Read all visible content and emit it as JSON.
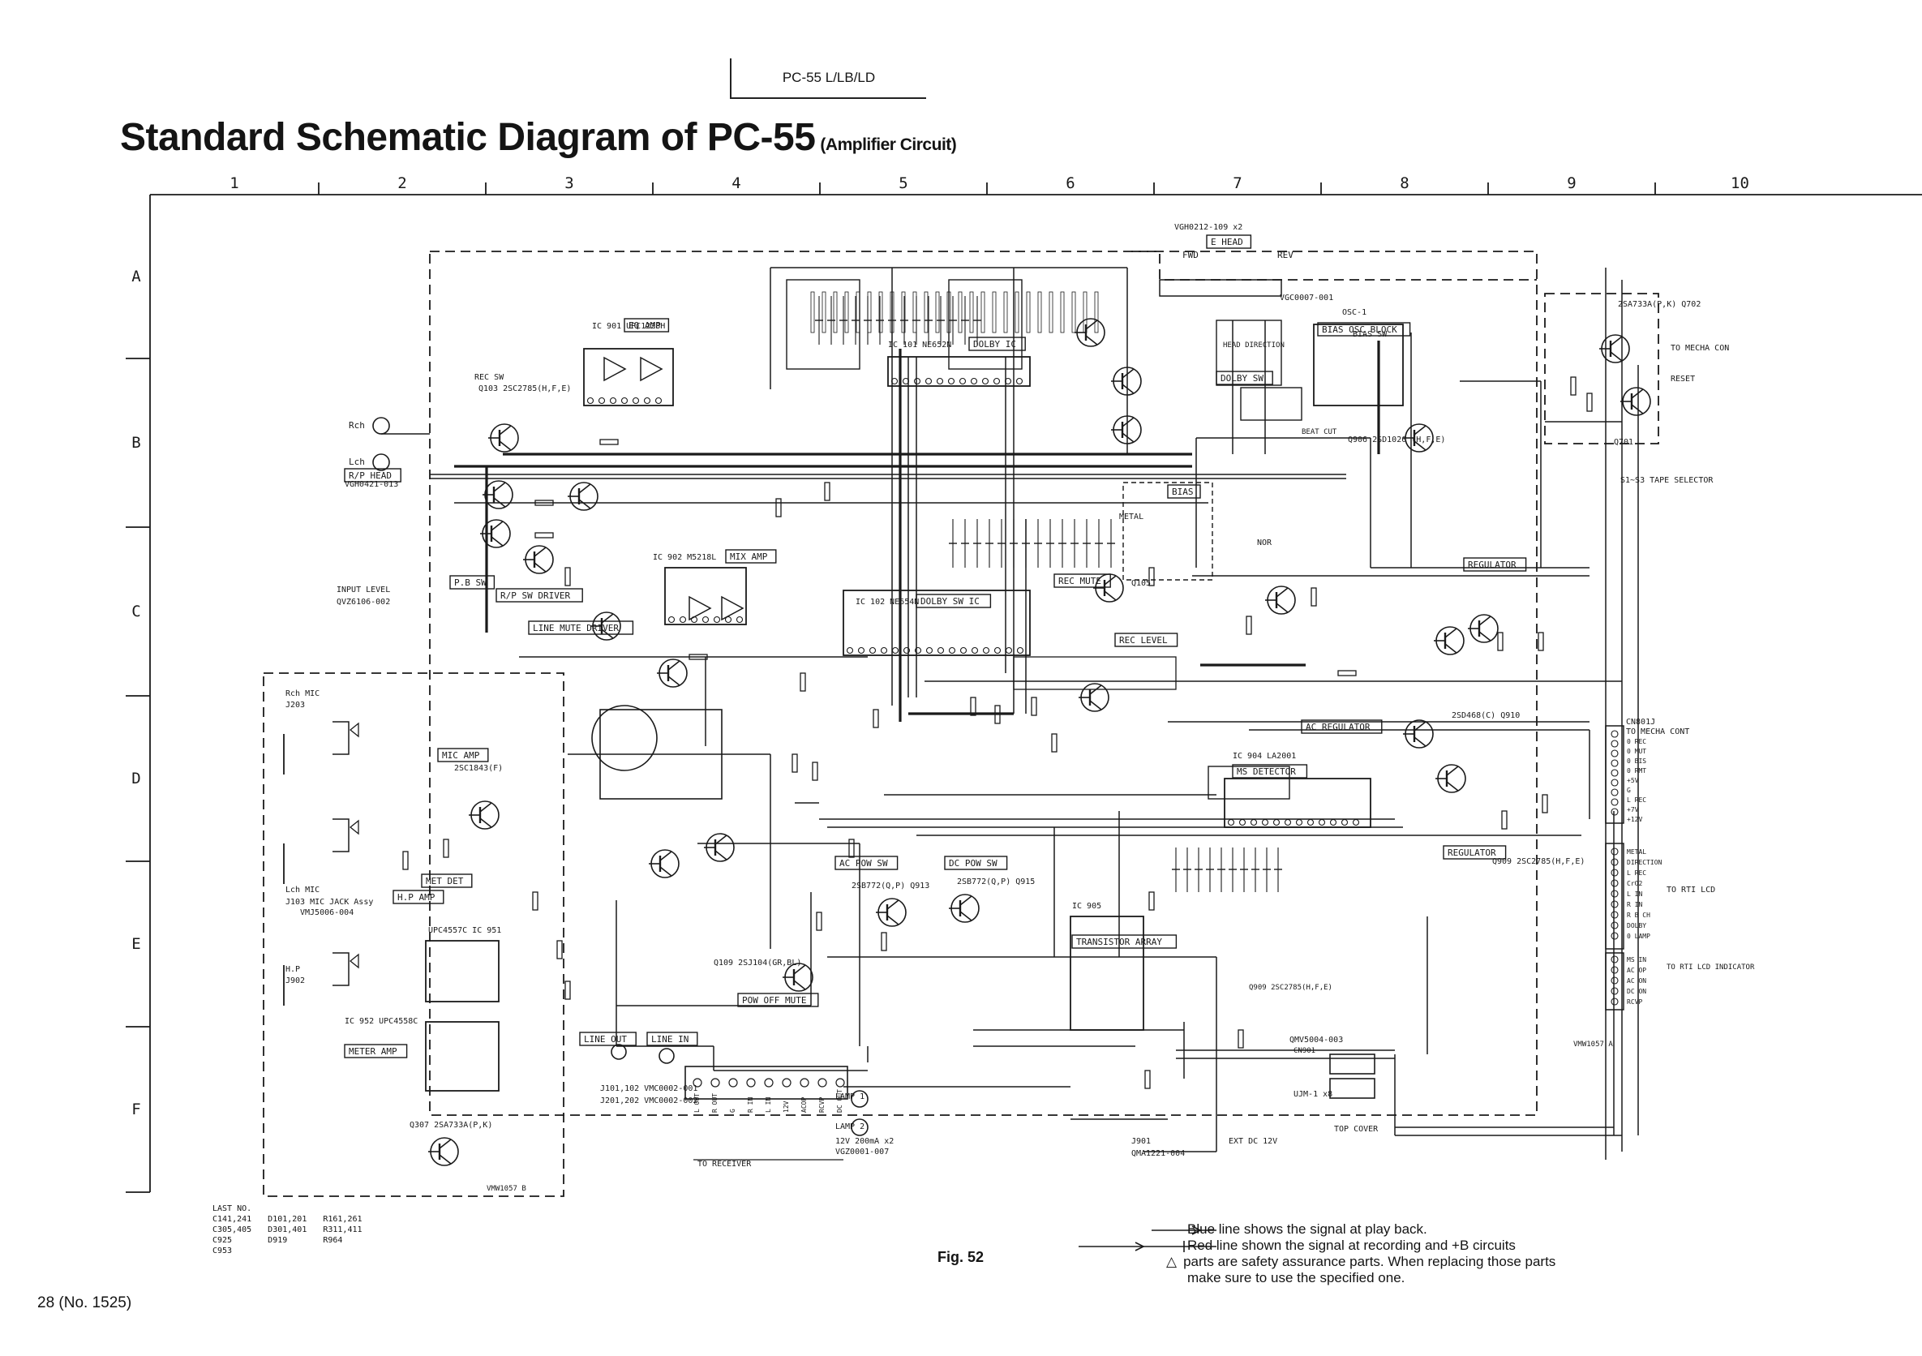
{
  "header": {
    "model_code": "PC-55 L/LB/LD",
    "title": "Standard Schematic Diagram of PC-55",
    "subtitle": "(Amplifier Circuit)"
  },
  "grid": {
    "columns": [
      "1",
      "2",
      "3",
      "4",
      "5",
      "6",
      "7",
      "8",
      "9",
      "10"
    ],
    "rows": [
      "A",
      "B",
      "C",
      "D",
      "E",
      "F"
    ]
  },
  "blocks": [
    {
      "id": "ic901",
      "label": "IC 901 UPC1228H",
      "tag": "EQ AMP"
    },
    {
      "id": "ic101",
      "label": "IC 101 NE652N",
      "tag": "DOLBY IC"
    },
    {
      "id": "ic902",
      "label": "IC 902 M5218L",
      "tag": "MIX AMP"
    },
    {
      "id": "ic102",
      "label": "IC 102 NE654N",
      "tag": "DOLBY SW IC"
    },
    {
      "id": "ic904",
      "label": "IC 904 LA2001",
      "tag": "MS DETECTOR"
    },
    {
      "id": "ic905",
      "label": "IC 905",
      "tag": "TRANSISTOR ARRAY"
    },
    {
      "id": "ic951",
      "label": "UPC4557C IC 951",
      "tag": "H.P AMP"
    },
    {
      "id": "ic952",
      "label": "IC 952 UPC4558C",
      "tag": "METER AMP"
    },
    {
      "id": "osc1",
      "label": "OSC-1",
      "tag": "BIAS OSC BLOCK"
    },
    {
      "id": "micamp",
      "label": "2SC1843(F)",
      "tag": "MIC AMP"
    }
  ],
  "labels": {
    "rec_sw": "REC SW",
    "q103": "Q103 2SC2785(H,F,E)",
    "rp_head": "R/P HEAD",
    "rp_head_part": "VGH0421-013",
    "input_level": "INPUT LEVEL",
    "input_level_part": "QVZ6106-002",
    "pb_sw": "P.B SW",
    "rp_sw_driver": "R/P SW DRIVER",
    "line_mute_driver": "LINE MUTE DRIVER",
    "rch_mic": "Rch MIC",
    "j203": "J203",
    "lch_mic": "Lch MIC",
    "mic_jack": "J103 MIC JACK Assy",
    "mic_jack_part": "VMJ5006-004",
    "hp": "H.P",
    "j902": "J902",
    "met_det": "MET DET",
    "q307": "Q307 2SA733A(P,K)",
    "erase_head": "E HEAD",
    "erase_head_part": "VGH0212-109 x2",
    "fwd": "FWD",
    "rev": "REV",
    "head_direction": "HEAD DIRECTION",
    "dolby_sw": "DOLBY SW",
    "beat_cut": "BEAT CUT",
    "bias_sw": "BIAS SW",
    "bias_osc": "VGC0007-001",
    "q906": "Q906 2SD1020 (H,F,E)",
    "rec_mute": "REC MUTE",
    "rec_level": "REC LEVEL",
    "bias_adj": "BIAS",
    "q105": "Q105",
    "regulator": "REGULATOR",
    "q909": "Q909 2SC2785(H,F,E)",
    "ac_regulator": "AC REGULATOR",
    "q910": "2SD468(C) Q910",
    "ac_pow_sw": "AC POW SW",
    "dc_pow_sw": "DC POW SW",
    "q913": "2SB772(Q,P) Q913",
    "q915": "2SB772(Q,P) Q915",
    "pow_off_mute": "POW OFF MUTE",
    "q109": "Q109 2SJ104(GR,BL)",
    "line_out": "LINE OUT",
    "line_in": "LINE IN",
    "j101": "J101,102 VMC0002-001",
    "j201": "J201,202 VMC0002-002",
    "to_receiver": "TO RECEIVER",
    "receiver_pins": [
      "L OUT",
      "R OUT",
      "G",
      "R IN",
      "L IN",
      "12V",
      "ACOP",
      "RCVP",
      "DC OUT"
    ],
    "lamp1": "LAMP 1",
    "lamp2": "LAMP 2",
    "lamp_part": "12V 200mA x2",
    "lamp_part2": "VGZ0001-007",
    "cn801j": "CN801J",
    "to_mecha_cont": "TO MECHA CONT",
    "mecha_pins": [
      "0 REC",
      "0 MUT",
      "0 BIS",
      "0 RMT",
      "+5V",
      "G",
      "L REC",
      "+7V",
      "+12V"
    ],
    "to_mecha_con": "TO MECHA CON",
    "reset": "RESET",
    "q701": "Q701",
    "q702": "2SA733A(P,K) Q702",
    "s1_s3": "S1~S3 TAPE SELECTOR",
    "to_rti_lcd": "TO RTI LCD",
    "lcd_pins": [
      "METAL",
      "DIRECTION",
      "L REC",
      "CrO2",
      "L IN",
      "R IN",
      "R B CH",
      "DOLBY",
      "0 LAMP"
    ],
    "to_rti_lcd_indicator": "TO RTI LCD INDICATOR",
    "lcd_pins2": [
      "MS IN",
      "AC OP",
      "AC ON",
      "DC ON",
      "RCVP"
    ],
    "top_cover": "TOP COVER",
    "j901": "J901",
    "j901_part": "QMA1221-004",
    "ext_dc": "EXT DC 12V",
    "qmv": "QMV5004-003",
    "cn901": "CN901",
    "ujm": "UJM-1 x8",
    "vmw_1": "VMW1057 B",
    "vmw_2": "VMW1057 A",
    "metal": "METAL",
    "nor": "NOR",
    "rch": "Rch",
    "lch": "Lch"
  },
  "notes": {
    "last_no": "LAST NO.",
    "last_no_cols": [
      [
        "C141,241",
        "C305,405",
        "C925",
        "C953"
      ],
      [
        "D101,201",
        "D301,401",
        "D919"
      ],
      [
        "R161,261",
        "R311,411",
        "R964"
      ]
    ],
    "blue_line": "Blue line shows the signal at play back.",
    "red_line": "Red line shown the signal at recording and +B circuits",
    "safety": "parts are safety assurance parts. When replacing those parts",
    "safety2": "make sure to use the specified one.",
    "fig": "Fig. 52",
    "page": "28 (No. 1525)"
  }
}
